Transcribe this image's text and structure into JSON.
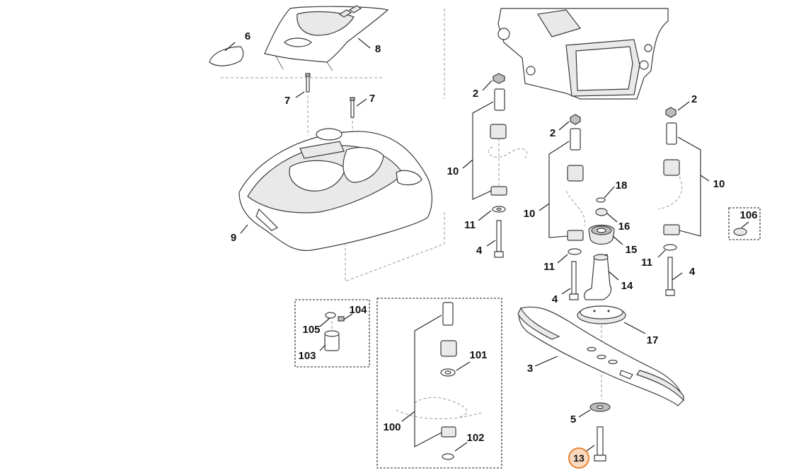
{
  "callouts": {
    "c6": "6",
    "c8": "8",
    "c7a": "7",
    "c7b": "7",
    "c9": "9",
    "c2a": "2",
    "c2b": "2",
    "c2c": "2",
    "c10a": "10",
    "c10b": "10",
    "c10c": "10",
    "c11a": "11",
    "c11b": "11",
    "c11c": "11",
    "c4a": "4",
    "c4b": "4",
    "c4c": "4",
    "c18": "18",
    "c16": "16",
    "c15": "15",
    "c14": "14",
    "c106": "106",
    "c104": "104",
    "c105": "105",
    "c103": "103",
    "c101": "101",
    "c100": "100",
    "c102": "102",
    "c17": "17",
    "c3": "3",
    "c5": "5",
    "c13": "13"
  },
  "highlight": {
    "color": "#e8832f",
    "fill": "#fbd9bf",
    "part": "13"
  }
}
